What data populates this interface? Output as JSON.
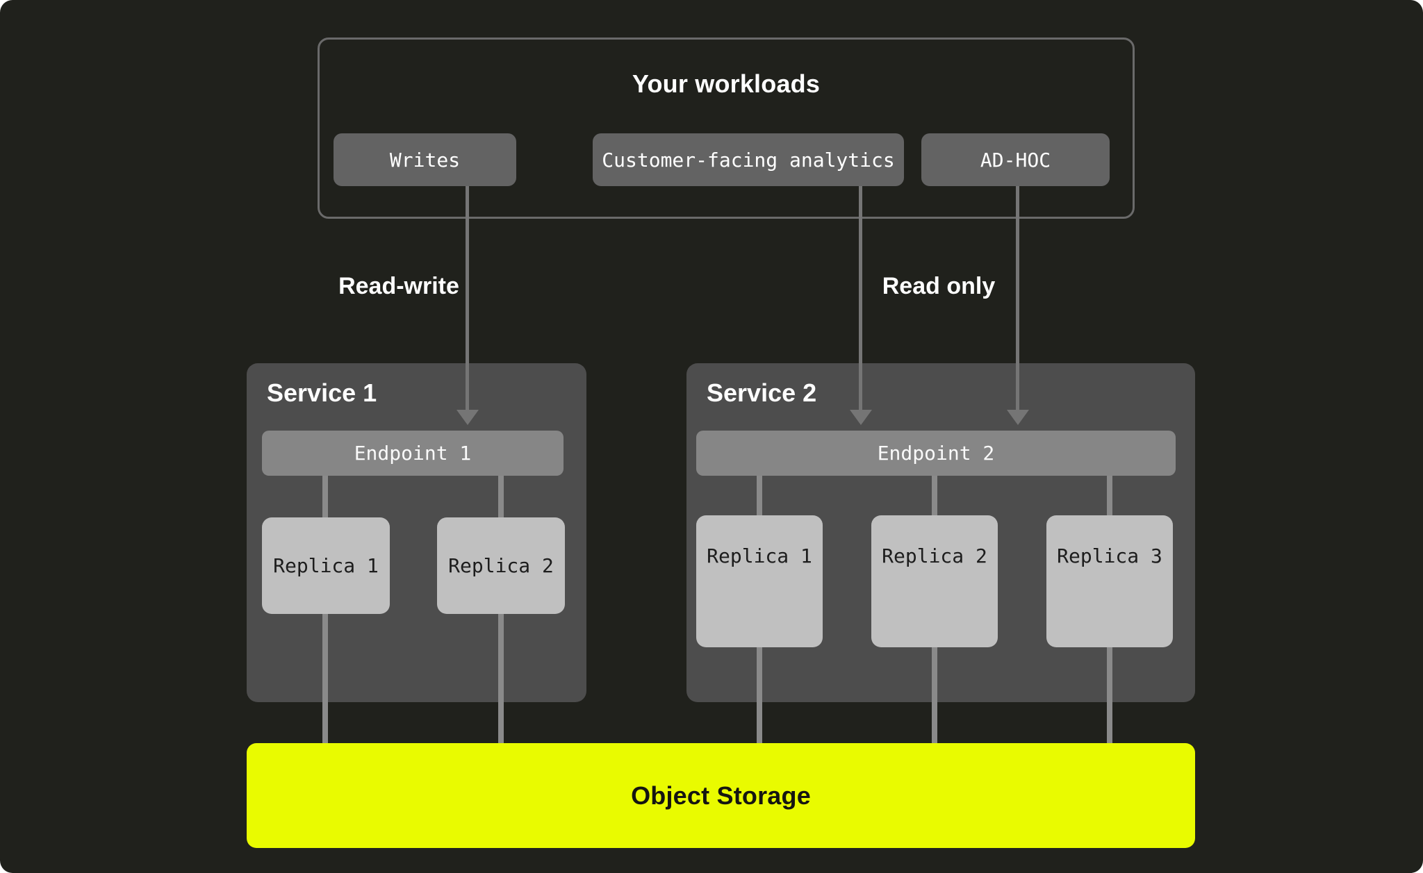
{
  "colors": {
    "bg": "#20211c",
    "border": "#6a6a6a",
    "node": "#636363",
    "panel": "#4d4d4d",
    "endpoint": "#868686",
    "replica": "#c0c0c0",
    "connector": "#8a8a8a",
    "arrow": "#757575",
    "accent": "#e9fb00",
    "text-light": "#ffffff",
    "text-dark": "#1d1d1d"
  },
  "workloads": {
    "title": "Your workloads",
    "items": [
      {
        "label": "Writes"
      },
      {
        "label": "Customer-facing analytics"
      },
      {
        "label": "AD-HOC"
      }
    ]
  },
  "edges": {
    "read_write": "Read-write",
    "read_only": "Read only"
  },
  "services": [
    {
      "title": "Service 1",
      "endpoint": {
        "label": "Endpoint 1"
      },
      "replicas": [
        {
          "label": "Replica 1"
        },
        {
          "label": "Replica 2"
        }
      ]
    },
    {
      "title": "Service 2",
      "endpoint": {
        "label": "Endpoint 2"
      },
      "replicas": [
        {
          "label": "Replica 1"
        },
        {
          "label": "Replica 2"
        },
        {
          "label": "Replica 3"
        }
      ]
    }
  ],
  "storage": {
    "label": "Object Storage"
  }
}
